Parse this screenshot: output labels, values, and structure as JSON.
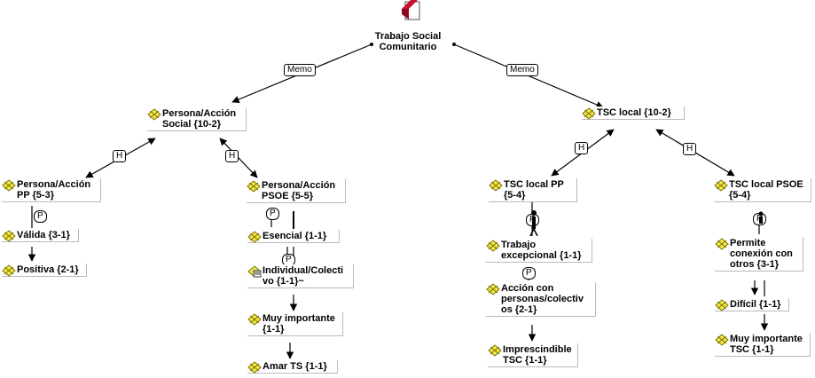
{
  "root": {
    "title": "Trabajo Social\nComunitario"
  },
  "relation_labels": {
    "memo": "Memo",
    "h": "H",
    "p": "P"
  },
  "nodes": {
    "pas": "Persona/Acción\nSocial {10-2}",
    "tsc": "TSC local {10-2}",
    "pp": "Persona/Acción\nPP {5-3}",
    "valida": "Válida {3-1}",
    "positiva": "Positiva {2-1}",
    "psoe": "Persona/Acción\nPSOE {5-5}",
    "esencial": "Esencial {1-1}",
    "indiv": "Individual/Colecti\nvo {1-1}~",
    "muy1": "Muy importante\n{1-1}",
    "amar": "Amar TS {1-1}",
    "tscpp": "TSC local PP\n{5-4}",
    "trabajo": "Trabajo\nexcepcional {1-1}",
    "accion": "Acción con\npersonas/colectiv\nos {2-1}",
    "impres": "Imprescindible\nTSC {1-1}",
    "tscpsoe": "TSC local PSOE\n{5-4}",
    "permite": "Permite\nconexión con\notros {3-1}",
    "dificil": "Difícil {1-1}",
    "muy2": "Muy importante\nTSC {1-1}"
  },
  "icons": {
    "code": "code-icon",
    "memo_code": "memo-code-icon",
    "document": "document-icon",
    "person": "person-icon"
  },
  "colors": {
    "code_icon": "#f2e94a",
    "doc_red": "#c8102e",
    "shadow": "#b9b9b9"
  }
}
